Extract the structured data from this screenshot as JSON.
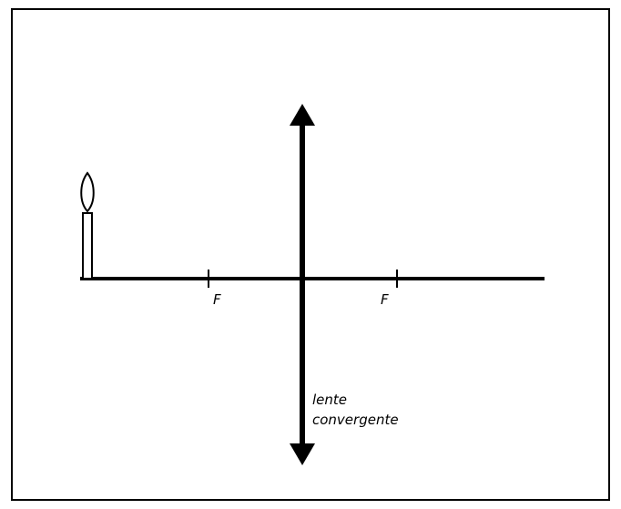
{
  "labels": {
    "focal_left": "F",
    "focal_right": "F",
    "lens_line1": "lente",
    "lens_line2": "convergente"
  },
  "colors": {
    "stroke": "#000000",
    "background": "#ffffff"
  }
}
